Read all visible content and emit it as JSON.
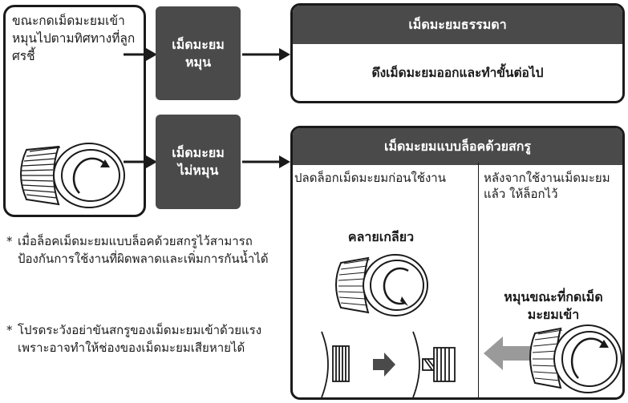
{
  "left": {
    "text": "ขณะกดเม็ดมะยมเข้าหมุนไปตามทิศทางที่ลูกศรชี้"
  },
  "middle": {
    "rotates": [
      "เม็ดมะยม",
      "หมุน"
    ],
    "not_rotates": [
      "เม็ดมะยม",
      "ไม่หมุน"
    ]
  },
  "normal": {
    "title": "เม็ดมะยมธรรมดา",
    "instruction": "ดึงเม็ดมะยมออกและทำขั้นต่อไป"
  },
  "screwlock": {
    "title": "เม็ดมะยมแบบล็อคด้วยสกรู",
    "unlock_text": "ปลดล็อกเม็ดมะยมก่อนใช้งาน",
    "unlock_label": "คลายเกลียว",
    "relock_text": "หลังจากใช้งานเม็ดมะยมแล้ว ให้ล็อกไว้",
    "relock_label": [
      "หมุนขณะที่กดเม็ด",
      "มะยมเข้า"
    ]
  },
  "notes": [
    {
      "star": "*",
      "text": "เมื่อล็อคเม็ดมะยมแบบล็อคด้วยสกรูไว้สามารถป้องกันการใช้งานที่ผิดพลาดและเพิ่มการกันน้ำได้"
    },
    {
      "star": "*",
      "text": "โปรดระวังอย่าขันสกรูของเม็ดมะยมเข้าด้วยแรง เพราะอาจทำให้ช่องของเม็ดมะยมเสียหายได้"
    }
  ],
  "colors": {
    "dark": "#4a4a4a",
    "arrow_gray": "#9a9a9a",
    "outline": "#1a1a1a"
  }
}
